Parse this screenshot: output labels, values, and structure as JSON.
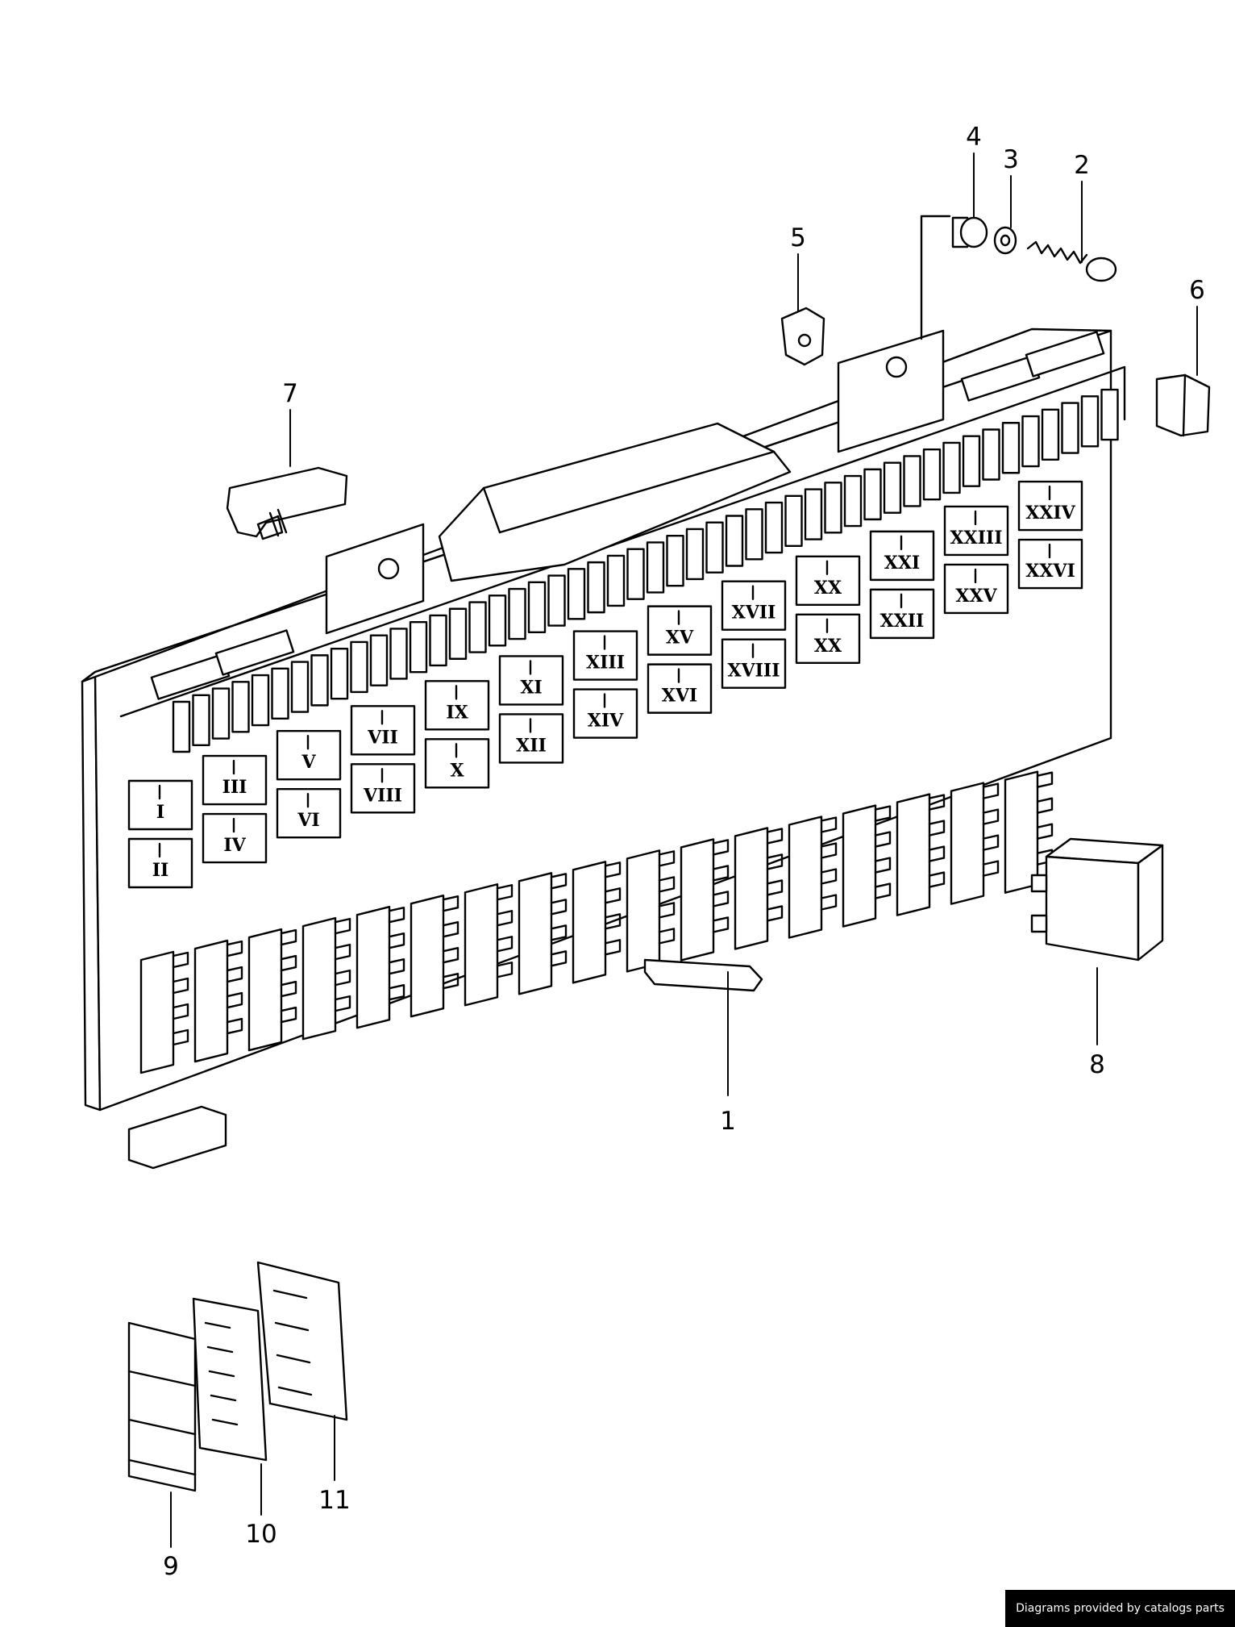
{
  "callouts": {
    "c1": "1",
    "c2": "2",
    "c3": "3",
    "c4": "4",
    "c5": "5",
    "c6": "6",
    "c7": "7",
    "c8": "8",
    "c9": "9",
    "c10": "10",
    "c11": "11"
  },
  "slot_labels": [
    "I",
    "II",
    "III",
    "IV",
    "V",
    "VI",
    "VII",
    "VIII",
    "IX",
    "X",
    "XI",
    "XII",
    "XIII",
    "XIV",
    "XV",
    "XVI",
    "XVII",
    "XVIII",
    "XX",
    "XX",
    "XXI",
    "XXII",
    "XXIII",
    "XXV",
    "XXIV",
    "XXVI"
  ],
  "footer": {
    "credit": "Diagrams provided by catalogs parts"
  }
}
